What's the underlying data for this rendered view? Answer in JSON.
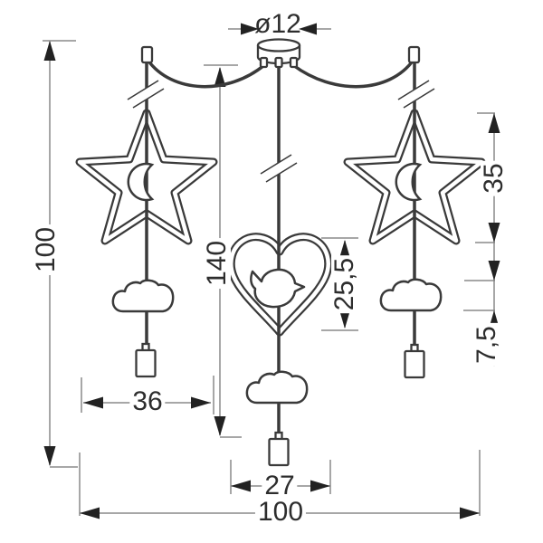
{
  "drawing": {
    "title": "pendant-lamp-dimension-drawing",
    "dimensions": {
      "canopy_diameter": "ø12",
      "total_height": "100",
      "drop_length": "140",
      "star_width": "36",
      "star_height": "35",
      "heart_height": "25,5",
      "heart_width": "27",
      "cloud_height": "7,5",
      "total_width": "100"
    },
    "colors": {
      "line": "#3a3a3a",
      "dimension_line": "#8a8a8a",
      "arrow": "#222222",
      "background": "#ffffff",
      "text": "#2d2d2d"
    }
  }
}
